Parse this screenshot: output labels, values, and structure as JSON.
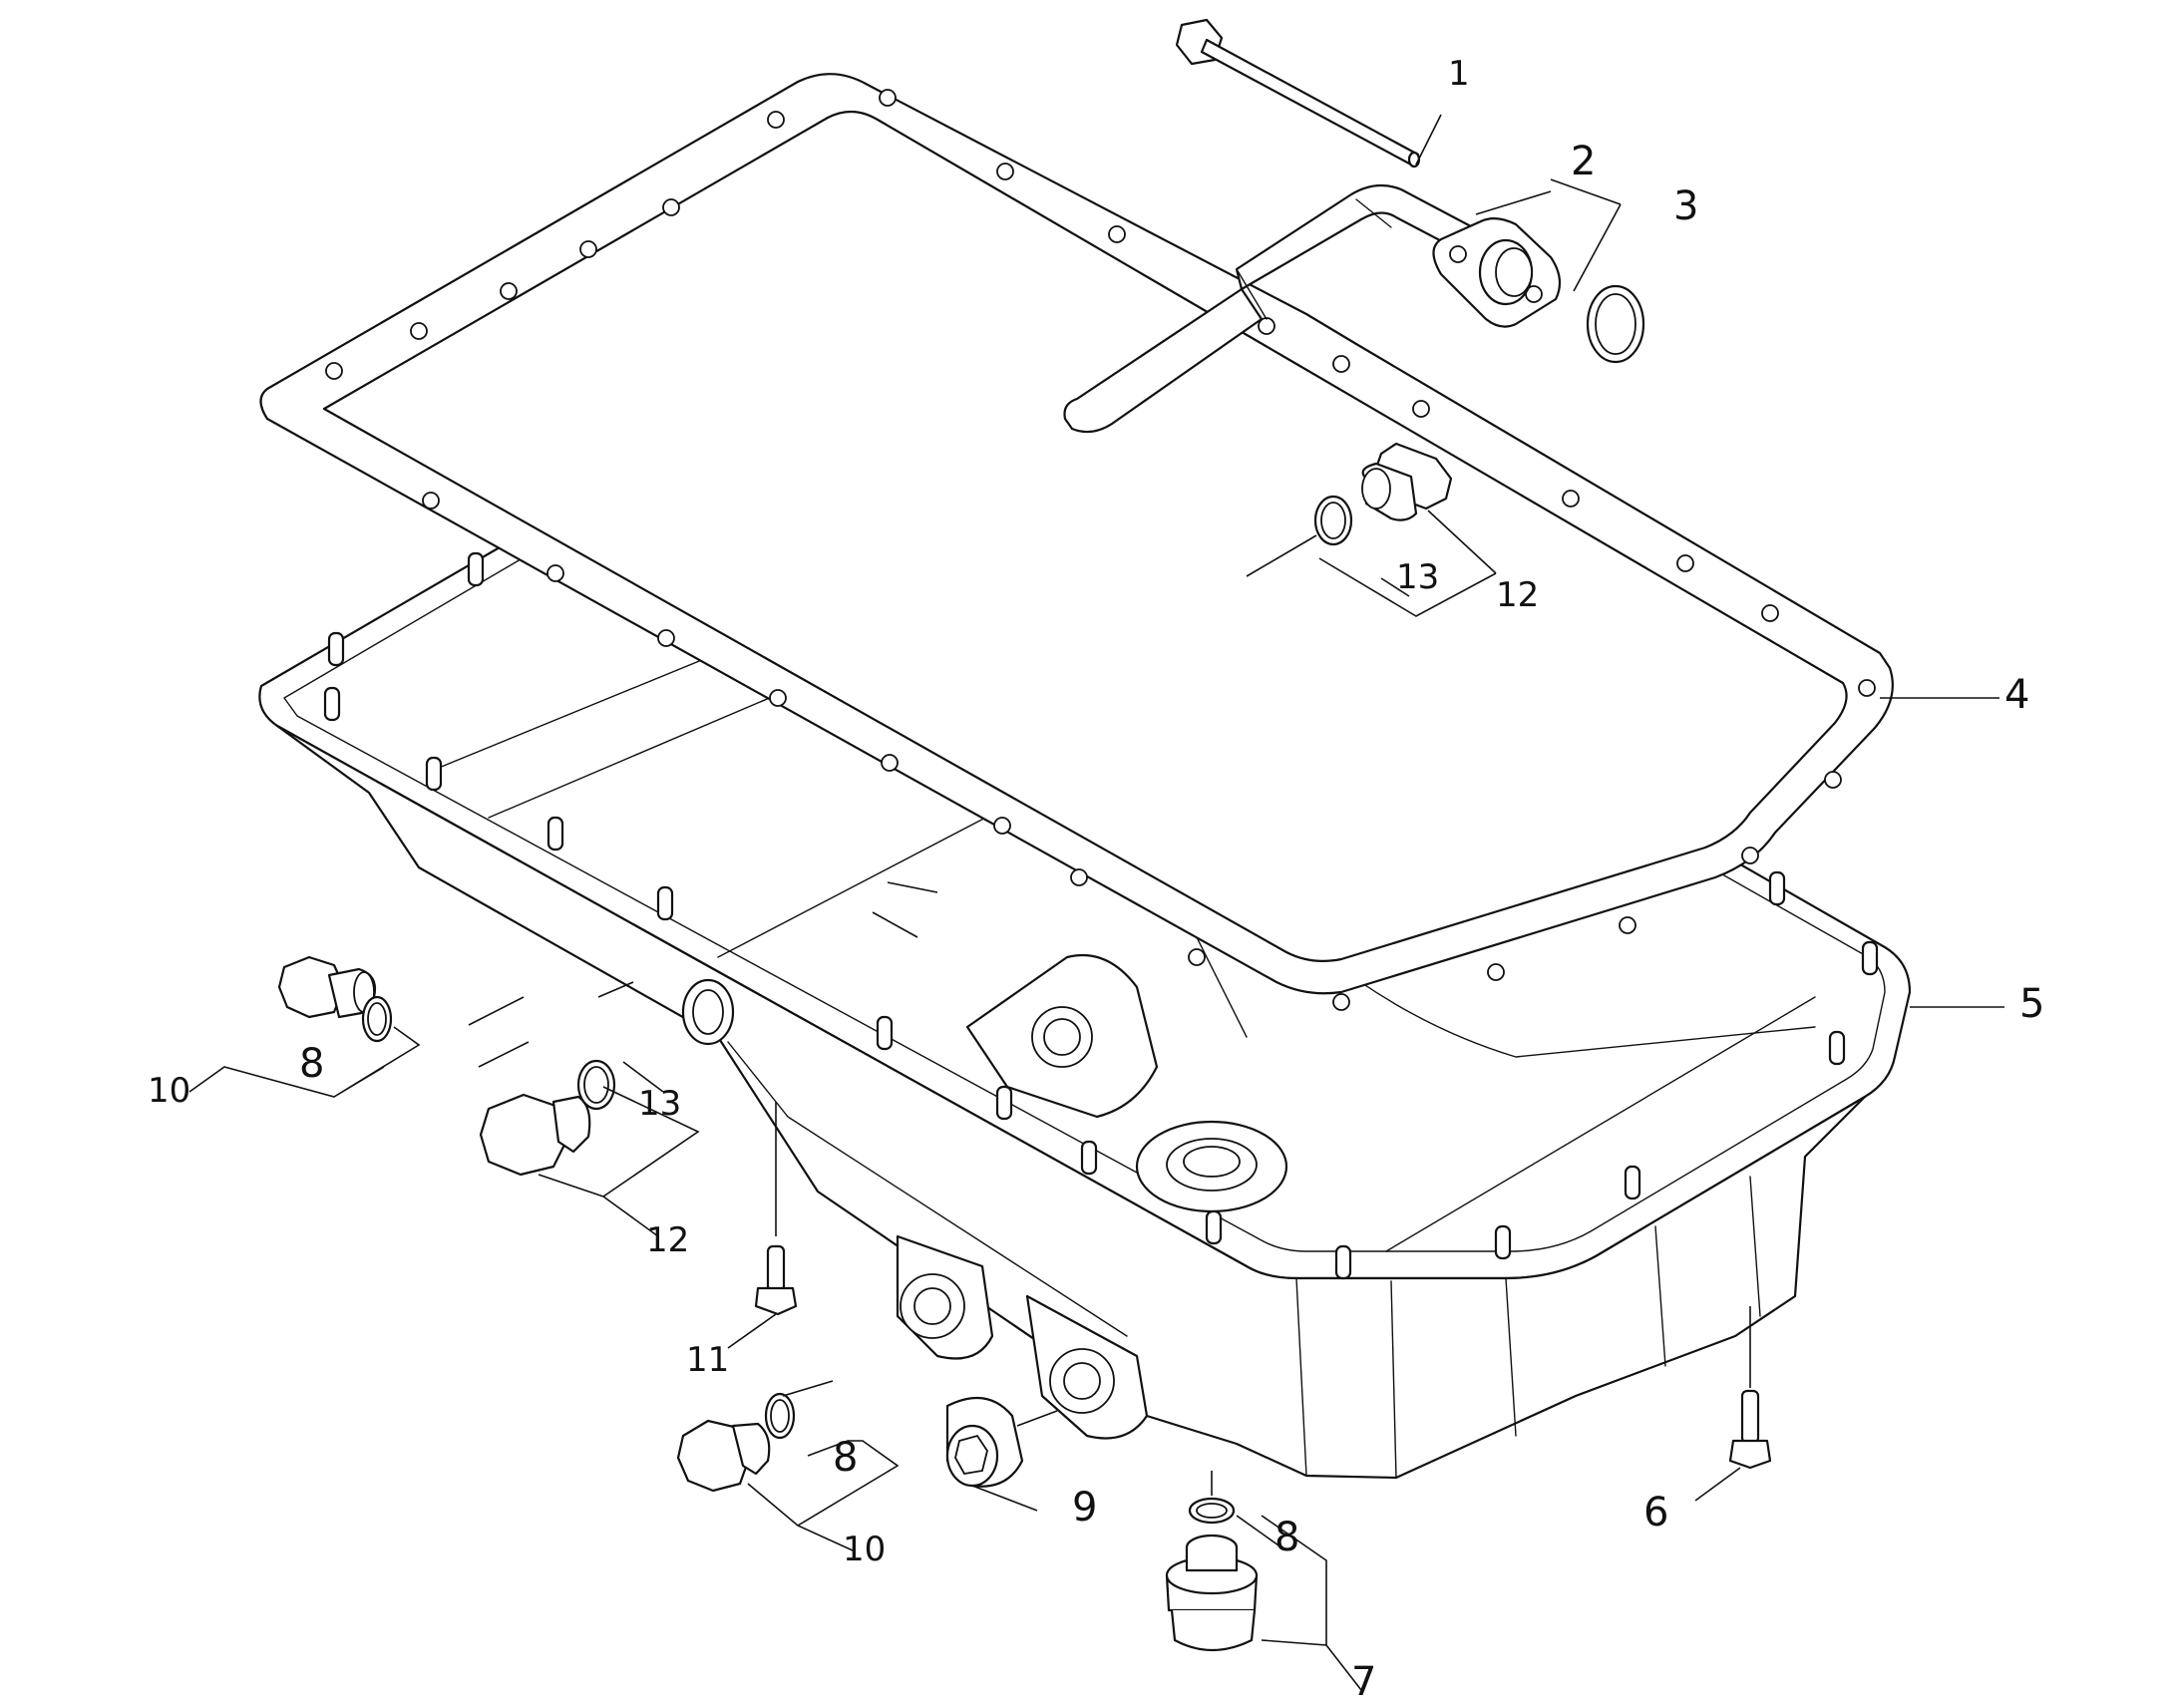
{
  "callouts": {
    "c1": "1",
    "c2": "2",
    "c3": "3",
    "c4": "4",
    "c5": "5",
    "c6": "6",
    "c7": "7",
    "c8a": "8",
    "c8b": "8",
    "c8c": "8",
    "c9": "9",
    "c10a": "10",
    "c10b": "10",
    "c11": "11",
    "c12a": "12",
    "c12b": "12",
    "c13a": "13",
    "c13b": "13"
  }
}
